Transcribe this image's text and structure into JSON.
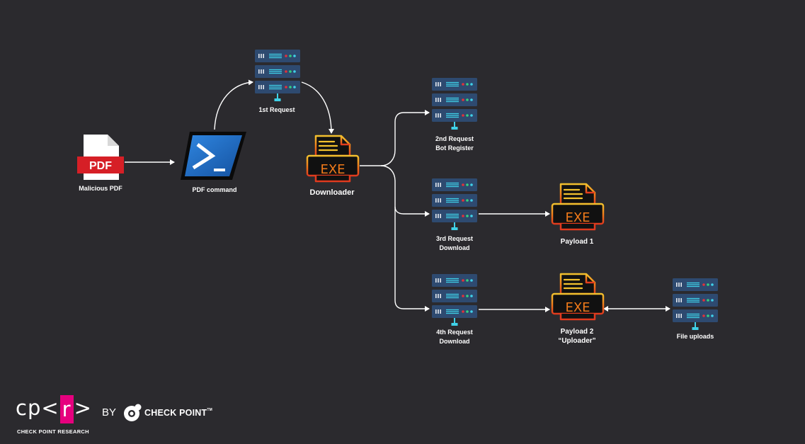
{
  "labels": {
    "malicious_pdf": "Malicious PDF",
    "pdf_command": "PDF command",
    "request_1": "1st Request",
    "downloader": "Downloader",
    "request_2_line1": "2nd Request",
    "request_2_line2": "Bot Register",
    "request_3_line1": "3rd Request",
    "request_3_line2": "Download",
    "request_4_line1": "4th Request",
    "request_4_line2": "Download",
    "payload_1": "Payload 1",
    "payload_2_line1": "Payload 2",
    "payload_2_line2": "“Uploader”",
    "file_uploads": "File uploads"
  },
  "icons": {
    "pdf_text": "PDF",
    "exe_text": "EXE"
  },
  "logo": {
    "cp_left": "cp<",
    "cp_r": "r",
    "cp_right": ">",
    "subtitle": "CHECK POINT RESEARCH",
    "by": "BY",
    "brand": "CHECK POINT",
    "tm": "TM"
  },
  "colors": {
    "background": "#2b2a2e",
    "server_body": "#2e4a70",
    "server_led_red": "#e0323c",
    "server_led_green": "#35d07f",
    "server_led_cyan": "#3fd1e8",
    "pdf_red": "#d61f26",
    "powershell_blue": "#1f6fc5",
    "exe_orange": "#f07a1a",
    "exe_yellow": "#f2c12e",
    "exe_red": "#e03a1e",
    "brand_magenta": "#e6007e"
  }
}
